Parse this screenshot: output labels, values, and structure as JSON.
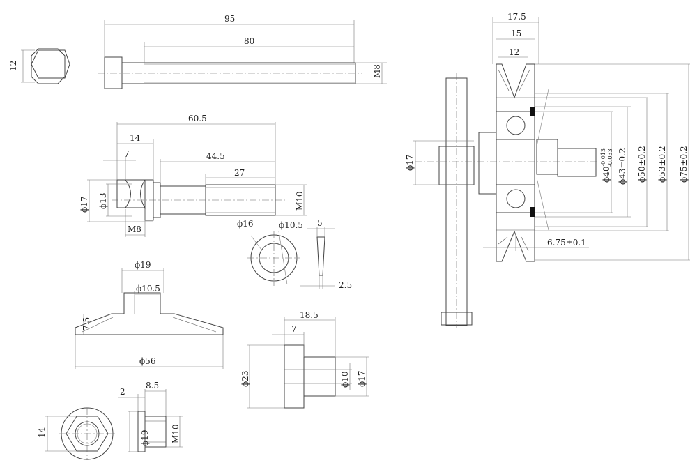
{
  "bolt": {
    "length_total": "95",
    "length_thread": "80",
    "thread": "M8",
    "hex_size": "12"
  },
  "shaft": {
    "length_total": "60.5",
    "length_head": "14",
    "length_groove": "7",
    "length_body": "44.5",
    "length_thread": "27",
    "dia_head": "ϕ17",
    "dia_groove": "ϕ13",
    "thread_end": "M10",
    "thread_head": "M8"
  },
  "washer": {
    "dia_outer": "ϕ16",
    "dia_inner": "ϕ10.5",
    "width": "5",
    "thickness": "2.5"
  },
  "deflector": {
    "dia_top": "ϕ19",
    "dia_hole": "ϕ10.5",
    "height": "7.5",
    "dia_base": "ϕ56"
  },
  "spacer": {
    "length_total": "18.5",
    "length_flange": "7",
    "dia_flange": "ϕ23",
    "dia_bore": "ϕ10",
    "dia_body": "ϕ17"
  },
  "nut": {
    "hex_size": "14",
    "flange_thk": "2",
    "length": "8.5",
    "dia_flange": "ϕ19",
    "thread": "M10"
  },
  "assembly": {
    "width_outer": "17.5",
    "width_mid": "15",
    "width_inner": "12",
    "dia_shaft": "ϕ17",
    "dia_bearing": "ϕ40",
    "tol_upper": "-0.013",
    "tol_lower": "-0.033",
    "dia_43": "ϕ43±0.2",
    "dia_50": "ϕ50±0.2",
    "dia_53": "ϕ53±0.2",
    "dia_75": "ϕ75±0.2",
    "groove_offset": "6.75±0.1"
  }
}
